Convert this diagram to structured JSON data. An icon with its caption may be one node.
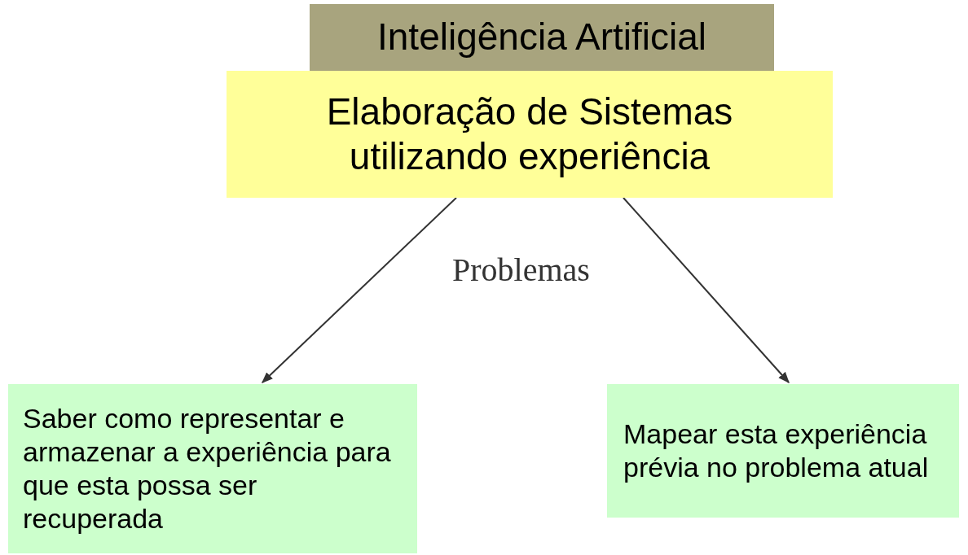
{
  "diagram": {
    "nodes": [
      {
        "text": [
          "Inteligência Artificial"
        ]
      },
      {
        "text": [
          "Elaboração de Sistemas utilizando experiência"
        ]
      },
      {
        "text": [
          "Saber como representar e armazenar a experiência para que esta possa ser recuperada"
        ]
      },
      {
        "text": [
          "Mapear esta experiência prévia no problema atual"
        ]
      }
    ],
    "edges": [
      {
        "from": 1,
        "to": 2,
        "arrow": "to"
      },
      {
        "from": 1,
        "to": 3,
        "arrow": "to"
      }
    ],
    "labels": [
      "Problemas"
    ]
  }
}
